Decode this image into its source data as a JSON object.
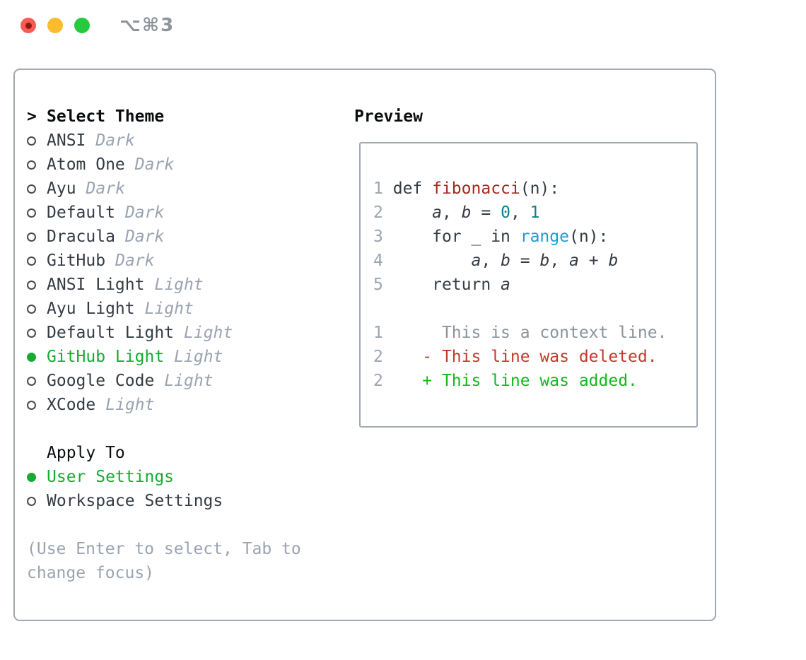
{
  "window": {
    "title_shortcut": "⌥⌘3"
  },
  "palette": {
    "accent_green": "#17ab33",
    "added_green": "#13b81f",
    "deleted_red": "#c23a2b",
    "function_red": "#a6271f",
    "number_teal": "#0e7f8a",
    "builtin_blue": "#1a9cd8",
    "text_dark": "#343b43",
    "muted_gray": "#9aa4b0",
    "context_gray": "#8b949c",
    "border_gray": "#a0a8b2",
    "heading_black": "#0b0e11",
    "traffic_red": "#f75b51",
    "traffic_red_dot": "#8c1a11",
    "traffic_yellow": "#fdbc2e",
    "traffic_green": "#27c93f",
    "title_gray": "#8d949c"
  },
  "left": {
    "header_prefix": ">",
    "header": "Select Theme",
    "themes": [
      {
        "name": "ANSI",
        "variant": "Dark",
        "selected": false
      },
      {
        "name": "Atom One",
        "variant": "Dark",
        "selected": false
      },
      {
        "name": "Ayu",
        "variant": "Dark",
        "selected": false
      },
      {
        "name": "Default",
        "variant": "Dark",
        "selected": false
      },
      {
        "name": "Dracula",
        "variant": "Dark",
        "selected": false
      },
      {
        "name": "GitHub",
        "variant": "Dark",
        "selected": false
      },
      {
        "name": "ANSI Light",
        "variant": "Light",
        "selected": false
      },
      {
        "name": "Ayu Light",
        "variant": "Light",
        "selected": false
      },
      {
        "name": "Default Light",
        "variant": "Light",
        "selected": false
      },
      {
        "name": "GitHub Light",
        "variant": "Light",
        "selected": true
      },
      {
        "name": "Google Code",
        "variant": "Light",
        "selected": false
      },
      {
        "name": "XCode",
        "variant": "Light",
        "selected": false
      }
    ],
    "apply_header": "Apply To",
    "apply_options": [
      {
        "name": "User Settings",
        "selected": true
      },
      {
        "name": "Workspace Settings",
        "selected": false
      }
    ],
    "hint_lines": [
      "(Use Enter to select, Tab to",
      "change focus)"
    ]
  },
  "preview": {
    "title": "Preview",
    "lines": [
      {
        "num": "1",
        "segs": [
          {
            "t": "def ",
            "s": "code"
          },
          {
            "t": "fibonacci",
            "s": "func"
          },
          {
            "t": "(n):",
            "s": "code"
          }
        ]
      },
      {
        "num": "2",
        "segs": [
          {
            "t": "    ",
            "s": "code"
          },
          {
            "t": "a",
            "s": "var"
          },
          {
            "t": ", ",
            "s": "code"
          },
          {
            "t": "b",
            "s": "var"
          },
          {
            "t": " = ",
            "s": "code"
          },
          {
            "t": "0",
            "s": "num"
          },
          {
            "t": ", ",
            "s": "code"
          },
          {
            "t": "1",
            "s": "num"
          }
        ]
      },
      {
        "num": "3",
        "segs": [
          {
            "t": "    for _ in ",
            "s": "code"
          },
          {
            "t": "range",
            "s": "builtin"
          },
          {
            "t": "(n):",
            "s": "code"
          }
        ]
      },
      {
        "num": "4",
        "segs": [
          {
            "t": "        ",
            "s": "code"
          },
          {
            "t": "a",
            "s": "var"
          },
          {
            "t": ", ",
            "s": "code"
          },
          {
            "t": "b",
            "s": "var"
          },
          {
            "t": " = ",
            "s": "code"
          },
          {
            "t": "b",
            "s": "var"
          },
          {
            "t": ", ",
            "s": "code"
          },
          {
            "t": "a",
            "s": "var"
          },
          {
            "t": " + ",
            "s": "code"
          },
          {
            "t": "b",
            "s": "var"
          }
        ]
      },
      {
        "num": "5",
        "segs": [
          {
            "t": "    return ",
            "s": "code"
          },
          {
            "t": "a",
            "s": "var"
          }
        ]
      },
      {
        "num": "",
        "segs": []
      },
      {
        "num": "1",
        "segs": [
          {
            "t": "     This is a context line.",
            "s": "context"
          }
        ]
      },
      {
        "num": "2",
        "segs": [
          {
            "t": "   - This line was deleted.",
            "s": "deleted"
          }
        ]
      },
      {
        "num": "2",
        "segs": [
          {
            "t": "   + This line was added.",
            "s": "added"
          }
        ]
      }
    ]
  }
}
